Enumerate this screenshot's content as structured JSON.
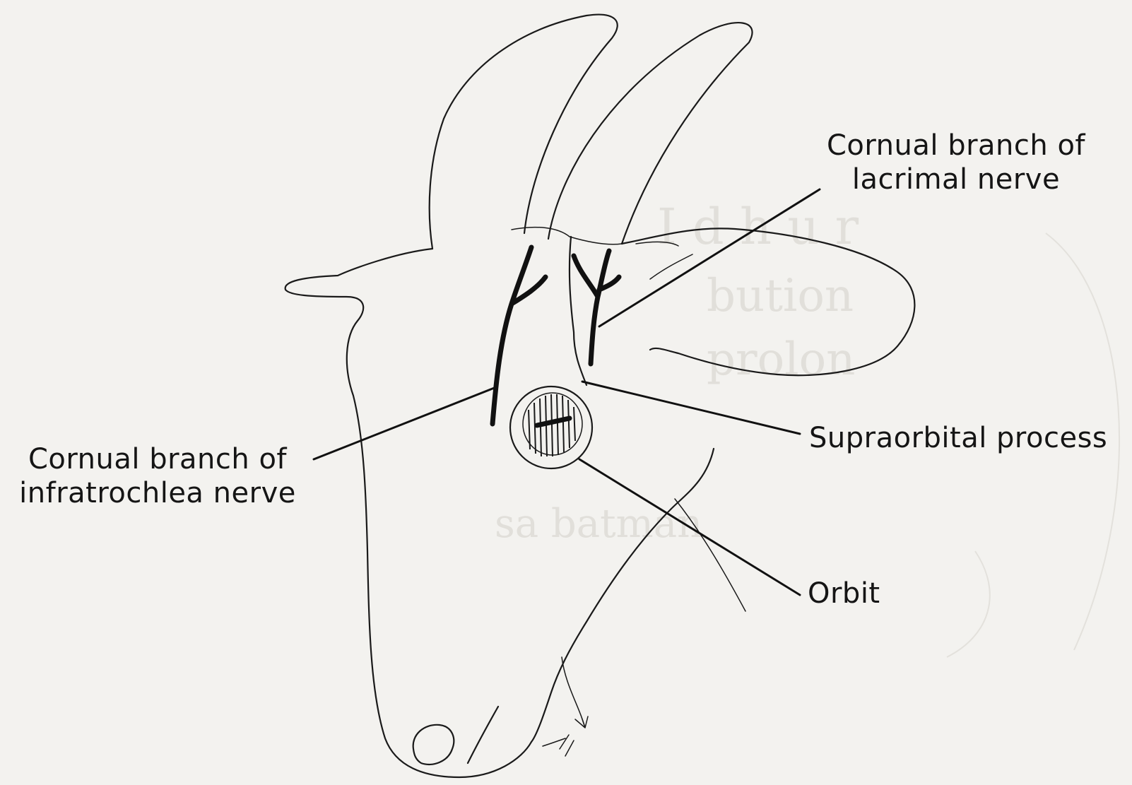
{
  "labels": {
    "lacrimal_line1": "Cornual branch of",
    "lacrimal_line2": "lacrimal nerve",
    "supraorbital": "Supraorbital process",
    "infra_line1": "Cornual branch of",
    "infra_line2": "infratrochlea nerve",
    "orbit": "Orbit"
  },
  "colors": {
    "background": "#f3f2ef",
    "ink": "#1a1a1a"
  }
}
